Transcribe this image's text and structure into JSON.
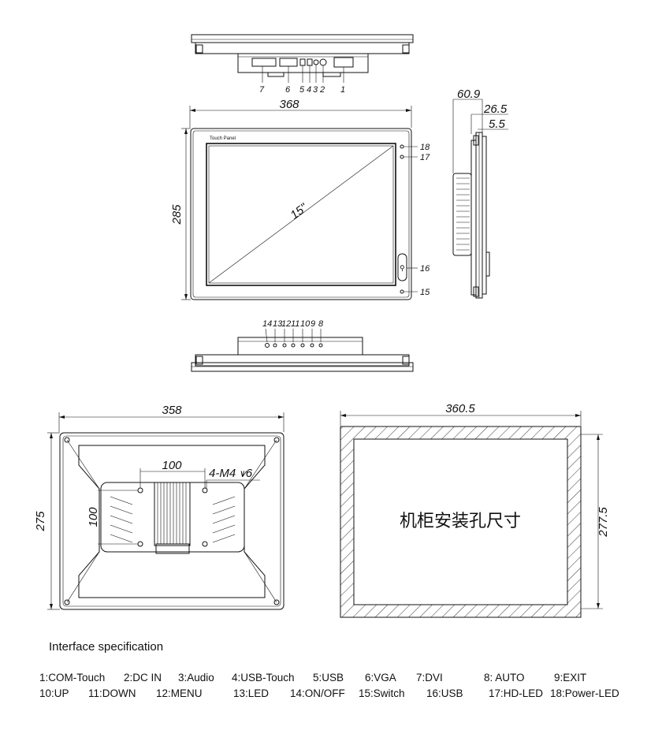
{
  "top_view": {
    "callouts": [
      "7",
      "6",
      "5",
      "4",
      "3",
      "2",
      "1"
    ]
  },
  "front_view": {
    "width_dim": "368",
    "height_dim": "285",
    "diagonal": "15\"",
    "brand_text": "Touch Panel",
    "callouts": [
      "18",
      "17",
      "16",
      "15"
    ]
  },
  "side_view": {
    "dims": [
      "60.9",
      "26.5",
      "5.5"
    ]
  },
  "bottom_view": {
    "callouts": [
      "14",
      "13",
      "12",
      "11",
      "10",
      "9",
      "8"
    ]
  },
  "rear_view": {
    "width_dim": "358",
    "height_dim": "275",
    "vesa_h": "100",
    "vesa_v": "100",
    "screw_note": "4-M4 ⩛6"
  },
  "cutout_view": {
    "width_dim": "360.5",
    "height_dim": "277.5",
    "label": "机柜安装孔尺寸"
  },
  "interface": {
    "title": "Interface specification",
    "row1": [
      "1:COM-Touch",
      "2:DC IN",
      "3:Audio",
      "4:USB-Touch",
      "5:USB",
      "6:VGA",
      "7:DVI",
      "8: AUTO",
      "9:EXIT"
    ],
    "row2": [
      "10:UP",
      "11:DOWN",
      "12:MENU",
      "13:LED",
      "14:ON/OFF",
      "15:Switch",
      "16:USB",
      "17:HD-LED",
      "18:Power-LED"
    ]
  }
}
